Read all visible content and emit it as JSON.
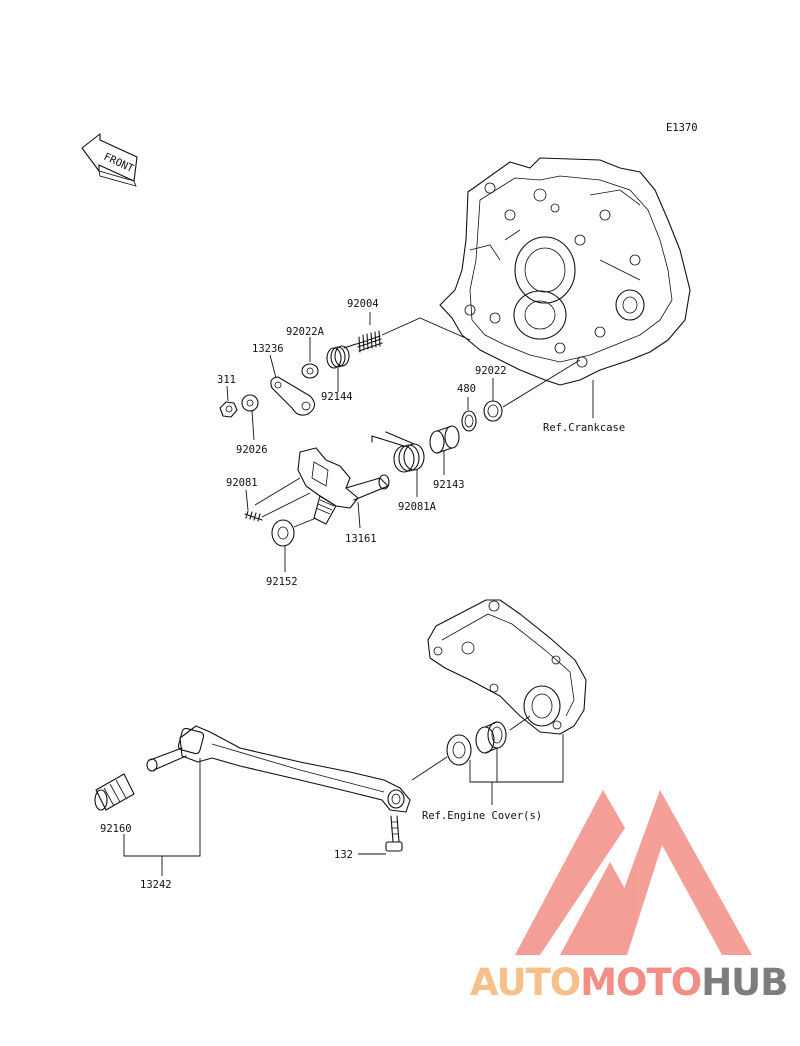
{
  "diagram": {
    "code": "E1370",
    "front_label": "FRONT",
    "parts": {
      "p92004": "92004",
      "p92022A": "92022A",
      "p13236": "13236",
      "p311": "311",
      "p92144": "92144",
      "p92026": "92026",
      "p480": "480",
      "p92022": "92022",
      "p92081": "92081",
      "p92143": "92143",
      "p92081A": "92081A",
      "p13161": "13161",
      "p92152": "92152",
      "p92160": "92160",
      "p132": "132",
      "p13242": "13242"
    },
    "refs": {
      "crankcase": "Ref.Crankcase",
      "engine_cover": "Ref.Engine Cover(s)"
    }
  },
  "watermark": {
    "part1": "AUTO",
    "part2": "MOTO",
    "part3": "HUB",
    "colors": {
      "auto": "#f6c08a",
      "moto": "#f28e86",
      "hub": "#7d7d7d",
      "logo": "#f28e86"
    }
  }
}
